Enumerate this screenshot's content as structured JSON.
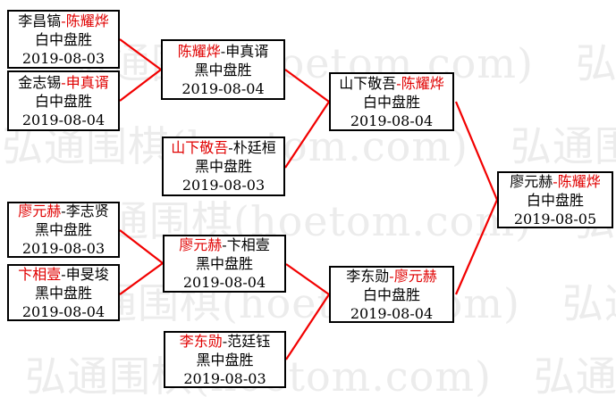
{
  "watermark": {
    "text": "弘通围棋(hoetom.com)",
    "row_text": "弘通围棋(hoetom.com)　弘通围棋(hoetom.com)　弘通围棋(hoetom.com)",
    "color": "#ececec"
  },
  "colors": {
    "winner_red": "#e00000",
    "loser_black": "#000000",
    "connector_line": "#f20000",
    "box_border": "#000000"
  },
  "matches": {
    "r1_m1": {
      "seg1": "李昌镐",
      "seg1_color": "#000000",
      "seg2": "-陈耀烨",
      "seg2_color": "#e00000",
      "result": "白中盘胜",
      "date": "2019-08-03"
    },
    "r1_m2": {
      "seg1": "金志锡",
      "seg1_color": "#000000",
      "seg2": "-申真谞",
      "seg2_color": "#e00000",
      "result": "白中盘胜",
      "date": "2019-08-04"
    },
    "r1_m3": {
      "seg1": "廖元赫",
      "seg1_color": "#e00000",
      "seg2": "-李志贤",
      "seg2_color": "#000000",
      "result": "黑中盘胜",
      "date": "2019-08-03"
    },
    "r1_m4": {
      "seg1": "卞相壹",
      "seg1_color": "#e00000",
      "seg2": "-申旻埈",
      "seg2_color": "#000000",
      "result": "黑中盘胜",
      "date": "2019-08-04"
    },
    "r2_m1": {
      "seg1": "陈耀烨",
      "seg1_color": "#e00000",
      "seg2": "-申真谞",
      "seg2_color": "#000000",
      "result": "黑中盘胜",
      "date": "2019-08-04"
    },
    "r2_m2": {
      "seg1": "山下敬吾",
      "seg1_color": "#e00000",
      "seg2": "-朴廷桓",
      "seg2_color": "#000000",
      "result": "黑中盘胜",
      "date": "2019-08-03"
    },
    "r2_m3": {
      "seg1": "廖元赫",
      "seg1_color": "#e00000",
      "seg2": "-卞相壹",
      "seg2_color": "#000000",
      "result": "黑中盘胜",
      "date": "2019-08-04"
    },
    "r2_m4": {
      "seg1": "李东勋",
      "seg1_color": "#e00000",
      "seg2": "-范廷钰",
      "seg2_color": "#000000",
      "result": "黑中盘胜",
      "date": "2019-08-03"
    },
    "sf_m1": {
      "seg1": "山下敬吾",
      "seg1_color": "#000000",
      "seg2": "-陈耀烨",
      "seg2_color": "#e00000",
      "result": "白中盘胜",
      "date": "2019-08-04"
    },
    "sf_m2": {
      "seg1": "李东勋",
      "seg1_color": "#000000",
      "seg2": "-廖元赫",
      "seg2_color": "#e00000",
      "result": "白中盘胜",
      "date": "2019-08-04"
    },
    "final": {
      "seg1": "廖元赫",
      "seg1_color": "#000000",
      "seg2": "-陈耀烨",
      "seg2_color": "#e00000",
      "result": "白中盘胜",
      "date": "2019-08-05"
    }
  }
}
